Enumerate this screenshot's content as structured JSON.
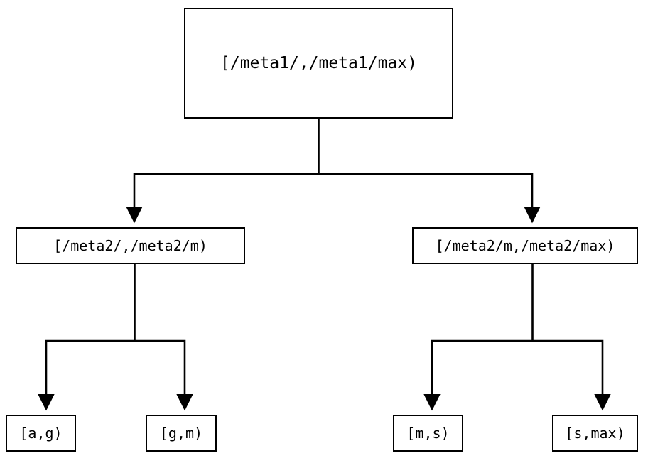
{
  "diagram": {
    "type": "tree",
    "orientation": "top-down",
    "background_color": "#ffffff",
    "line_color": "#000000",
    "text_color": "#000000",
    "nodes": {
      "root": {
        "label": "[/meta1/,/meta1/max)"
      },
      "mid_left": {
        "label": "[/meta2/,/meta2/m)"
      },
      "mid_right": {
        "label": "[/meta2/m,/meta2/max)"
      },
      "leaf_ag": {
        "label": "[a,g)"
      },
      "leaf_gm": {
        "label": "[g,m)"
      },
      "leaf_ms": {
        "label": "[m,s)"
      },
      "leaf_smax": {
        "label": "[s,max)"
      }
    },
    "edges": [
      {
        "from": "root",
        "to": "mid_left",
        "arrow": "triangle"
      },
      {
        "from": "root",
        "to": "mid_right",
        "arrow": "triangle"
      },
      {
        "from": "mid_left",
        "to": "leaf_ag",
        "arrow": "triangle"
      },
      {
        "from": "mid_left",
        "to": "leaf_gm",
        "arrow": "triangle"
      },
      {
        "from": "mid_right",
        "to": "leaf_ms",
        "arrow": "triangle"
      },
      {
        "from": "mid_right",
        "to": "leaf_smax",
        "arrow": "triangle"
      }
    ]
  }
}
